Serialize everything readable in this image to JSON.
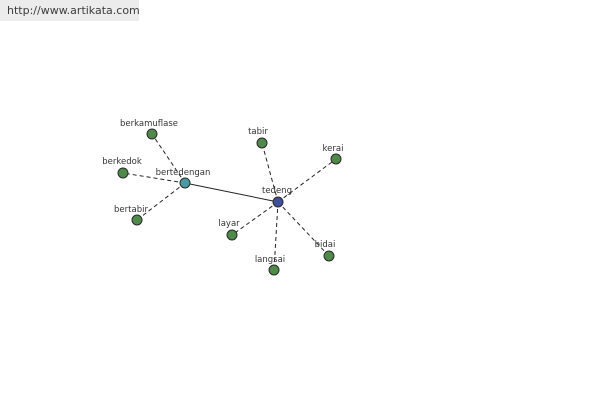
{
  "watermark": {
    "url_text": "http://www.artikata.com"
  },
  "colors": {
    "leaf_fill": "#4f8a4a",
    "hub_secondary_fill": "#4a9aa4",
    "hub_main_fill": "#3f4f9a"
  },
  "graph": {
    "nodes": [
      {
        "id": "tedeng",
        "label": "tedeng",
        "kind": "main-hub"
      },
      {
        "id": "bertedengan",
        "label": "bertedengan",
        "kind": "secondary-hub"
      },
      {
        "id": "berkamuflase",
        "label": "berkamuflase",
        "kind": "leaf"
      },
      {
        "id": "berkedok",
        "label": "berkedok",
        "kind": "leaf"
      },
      {
        "id": "bertabir",
        "label": "bertabir",
        "kind": "leaf"
      },
      {
        "id": "tabir",
        "label": "tabir",
        "kind": "leaf"
      },
      {
        "id": "kerai",
        "label": "kerai",
        "kind": "leaf"
      },
      {
        "id": "layar",
        "label": "layar",
        "kind": "leaf"
      },
      {
        "id": "langsai",
        "label": "langsai",
        "kind": "leaf"
      },
      {
        "id": "bidai",
        "label": "bidai",
        "kind": "leaf"
      }
    ],
    "edges": [
      {
        "from": "bertedengan",
        "to": "tedeng",
        "style": "solid"
      },
      {
        "from": "bertedengan",
        "to": "berkamuflase",
        "style": "dashed"
      },
      {
        "from": "bertedengan",
        "to": "berkedok",
        "style": "dashed"
      },
      {
        "from": "bertedengan",
        "to": "bertabir",
        "style": "dashed"
      },
      {
        "from": "tedeng",
        "to": "tabir",
        "style": "dashed"
      },
      {
        "from": "tedeng",
        "to": "kerai",
        "style": "dashed"
      },
      {
        "from": "tedeng",
        "to": "layar",
        "style": "dashed"
      },
      {
        "from": "tedeng",
        "to": "langsai",
        "style": "dashed"
      },
      {
        "from": "tedeng",
        "to": "bidai",
        "style": "dashed"
      }
    ]
  }
}
